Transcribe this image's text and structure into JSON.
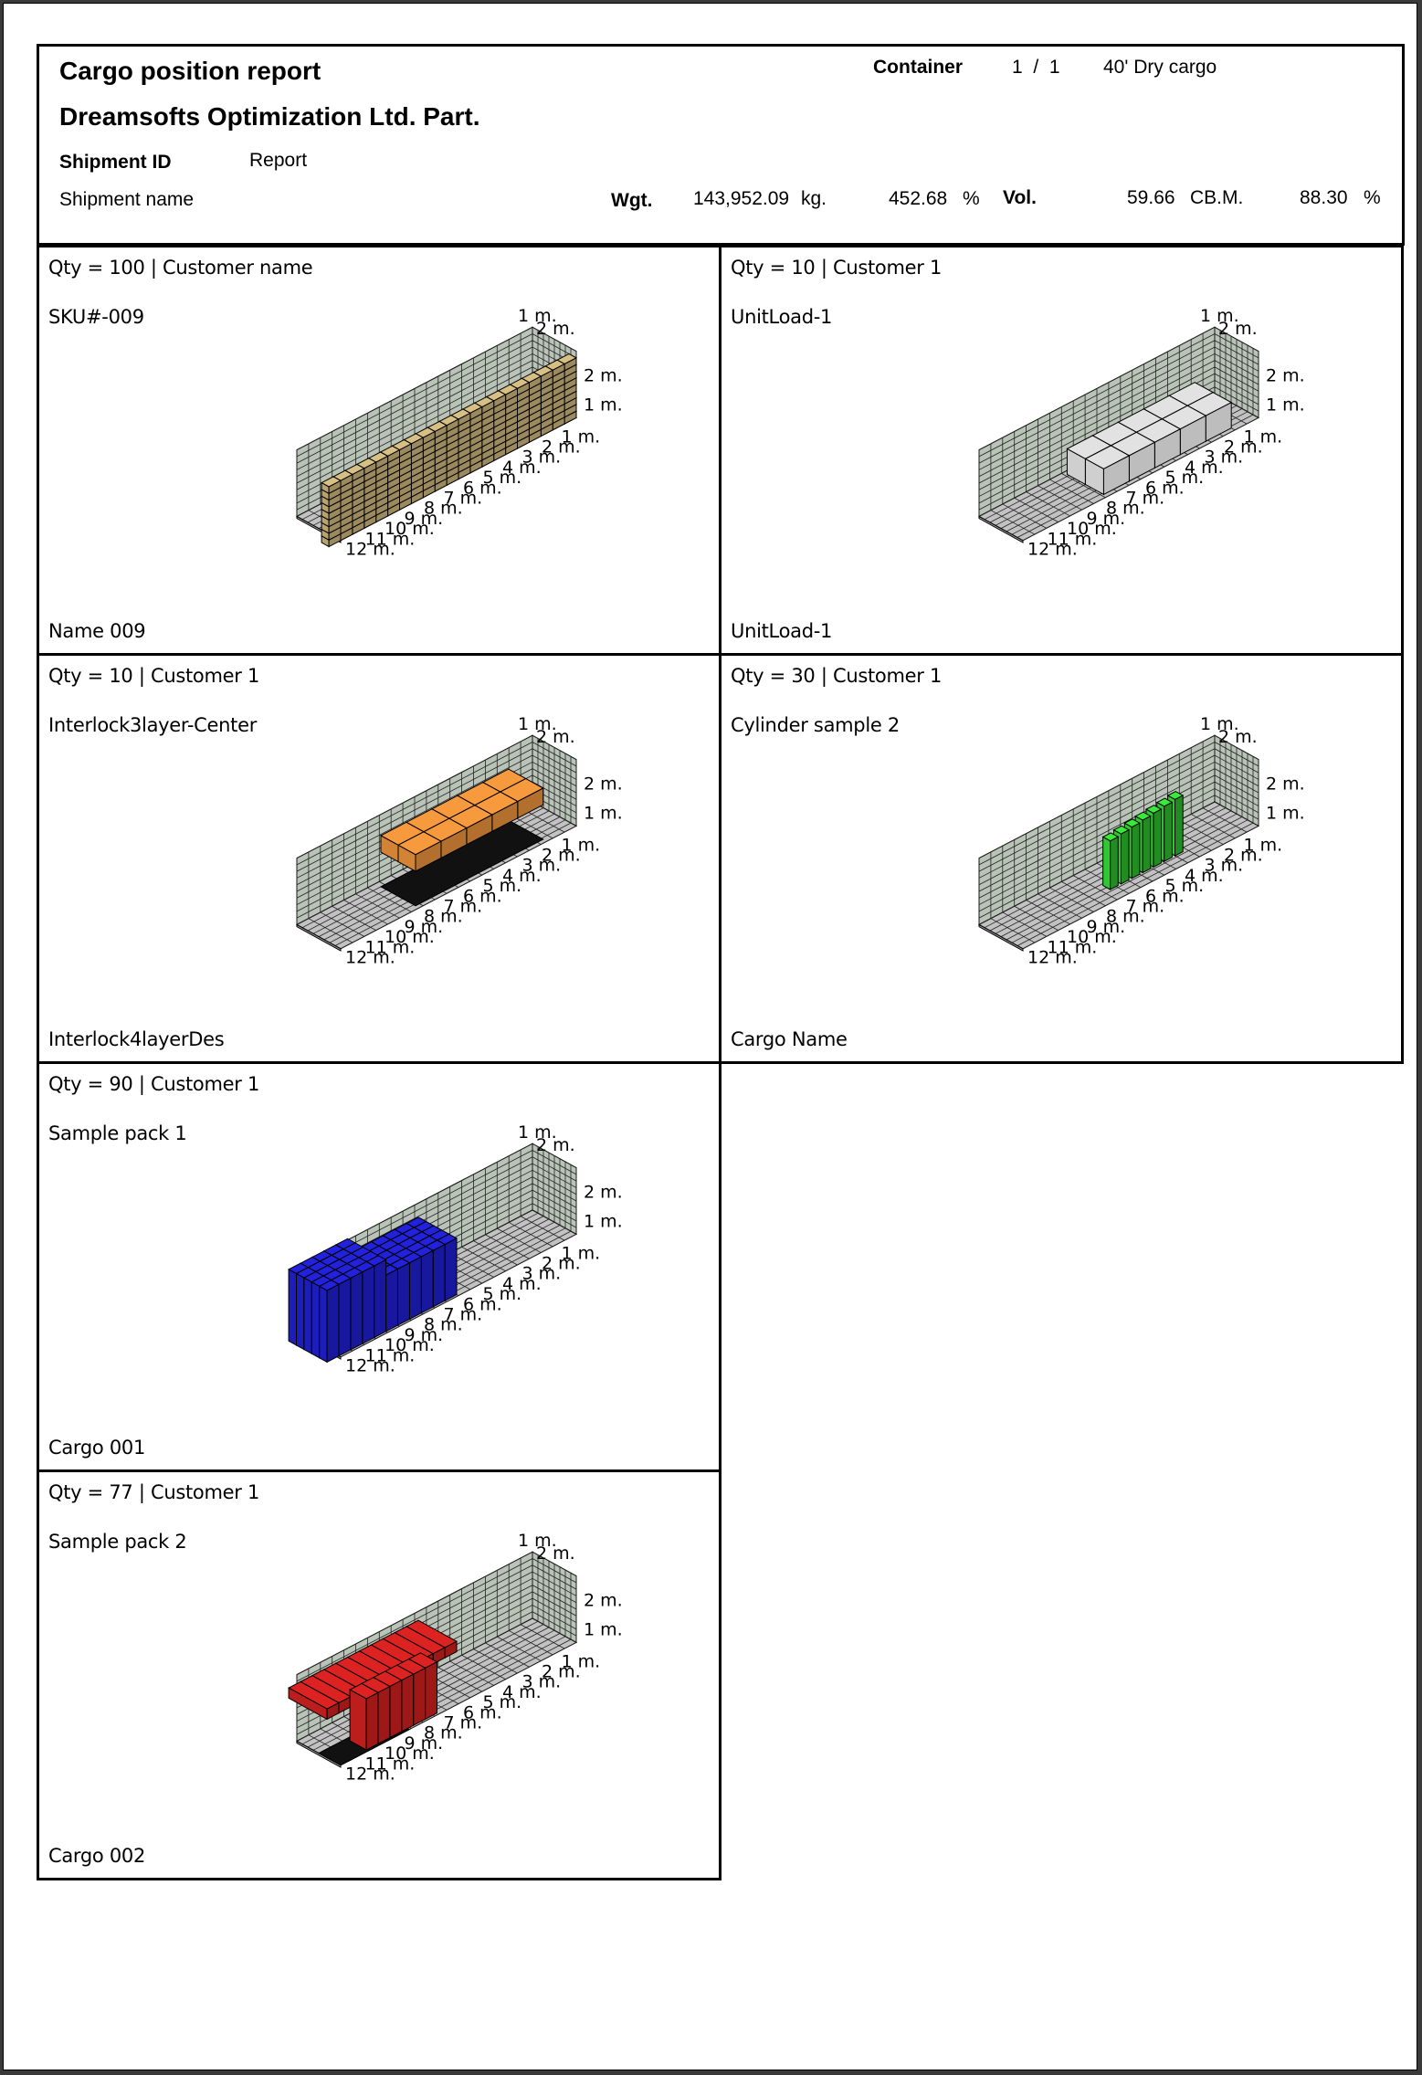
{
  "header": {
    "title": "Cargo position report",
    "company": "Dreamsofts Optimization Ltd. Part.",
    "shipment_id_label": "Shipment ID",
    "shipment_id_value": "Report",
    "shipment_name_label": "Shipment name",
    "container_label": "Container",
    "container_index": "1  /  1",
    "container_type": "40' Dry cargo",
    "wgt_label": "Wgt.",
    "wgt_value": "143,952.09",
    "wgt_unit": "kg.",
    "wgt_pct": "452.68",
    "pct_symbol": "%",
    "vol_label": "Vol.",
    "vol_value": "59.66",
    "vol_unit": "CB.M.",
    "vol_pct": "88.30"
  },
  "axis_labels": {
    "height": [
      "1 m.",
      "2 m."
    ],
    "width": [
      "1 m.",
      "2 m."
    ],
    "length": [
      "1 m.",
      "2 m.",
      "3 m.",
      "4 m.",
      "5 m.",
      "6 m.",
      "7 m.",
      "8 m.",
      "9 m.",
      "10 m.",
      "11 m.",
      "12 m."
    ]
  },
  "panels": [
    {
      "qty": "Qty = 100 | Customer name",
      "sku": "SKU#-009",
      "name": "Name 009",
      "cargo": "wall",
      "color": "#d8c084"
    },
    {
      "qty": "Qty = 10 | Customer 1",
      "sku": "UnitLoad-1",
      "name": "UnitLoad-1",
      "cargo": "boxes",
      "color": "#d4d4d4"
    },
    {
      "qty": "Qty = 10 | Customer 1",
      "sku": "Interlock3layer-Center",
      "name": "Interlock4layerDes",
      "cargo": "raised",
      "color": "#f79a3e"
    },
    {
      "qty": "Qty = 30 | Customer 1",
      "sku": "Cylinder sample 2",
      "name": "Cargo Name",
      "cargo": "cylinders",
      "color": "#39ea3a"
    },
    {
      "qty": "Qty = 90 | Customer 1",
      "sku": "Sample pack 1",
      "name": "Cargo 001",
      "cargo": "stack",
      "color": "#2222dd"
    },
    {
      "qty": "Qty = 77 | Customer 1",
      "sku": "Sample pack 2",
      "name": "Cargo 002",
      "cargo": "stack2",
      "color": "#dd2222"
    }
  ]
}
